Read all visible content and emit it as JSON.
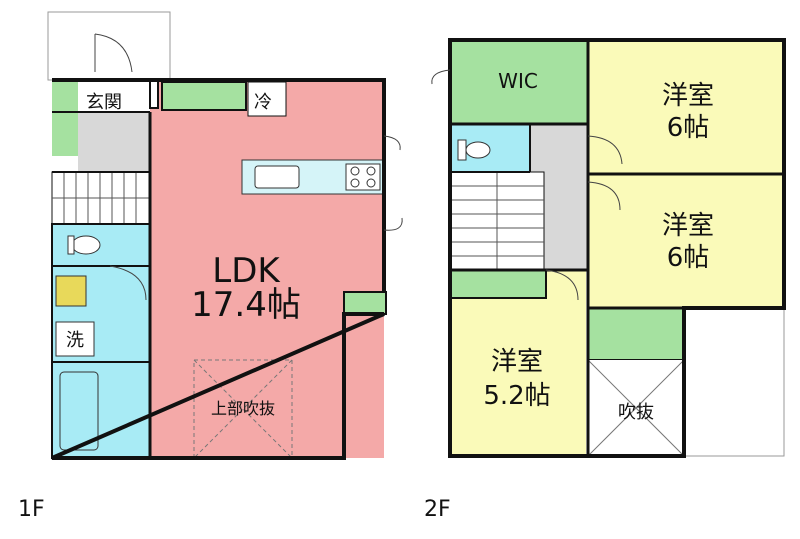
{
  "floor1": {
    "label": "1F",
    "rooms": {
      "genkan": "玄関",
      "rei": "冷",
      "ldk_name": "LDK",
      "ldk_size": "17.4帖",
      "fukinuke_upper": "上部吹抜",
      "sen": "洗"
    }
  },
  "floor2": {
    "label": "2F",
    "rooms": {
      "wic": "WIC",
      "room_a_name": "洋室",
      "room_a_size": "6帖",
      "room_b_name": "洋室",
      "room_b_size": "6帖",
      "room_c_name": "洋室",
      "room_c_size": "5.2帖",
      "fukinuke": "吹抜"
    }
  },
  "colors": {
    "ldk": "#f4a9a8",
    "green": "#a5e1a0",
    "cyan": "#a8ebf5",
    "yellow": "#fafab9",
    "gray": "#d8d8d8",
    "wall": "#111111"
  }
}
